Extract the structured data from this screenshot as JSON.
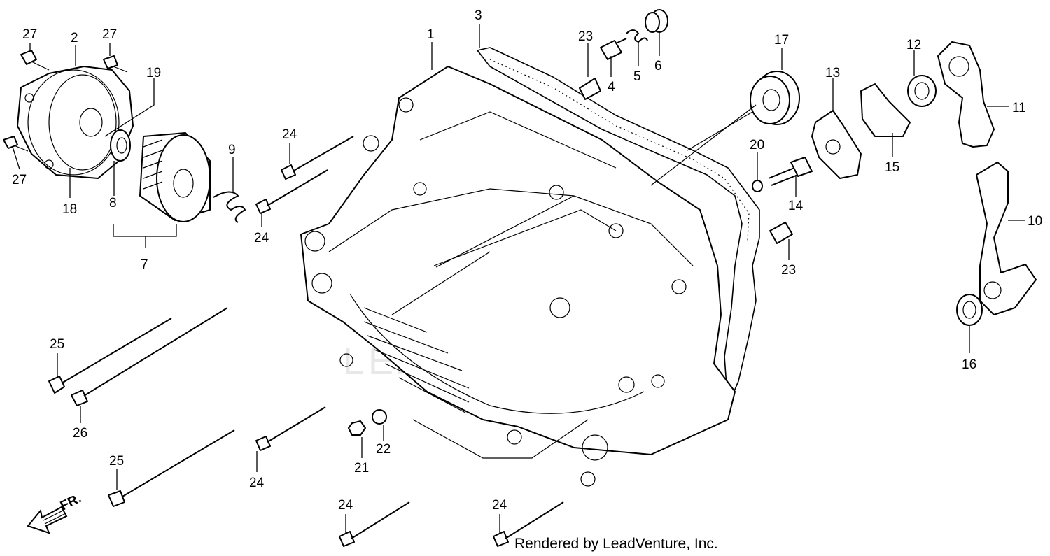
{
  "diagram": {
    "callouts": [
      "1",
      "2",
      "3",
      "4",
      "5",
      "6",
      "7",
      "8",
      "9",
      "10",
      "11",
      "12",
      "13",
      "14",
      "15",
      "16",
      "17",
      "18",
      "19",
      "20",
      "21",
      "22",
      "23",
      "24",
      "25",
      "26",
      "27"
    ],
    "direction_marker": "FR.",
    "credit": "Rendered by LeadVenture, Inc.",
    "watermark": "LEADVENTURE"
  }
}
